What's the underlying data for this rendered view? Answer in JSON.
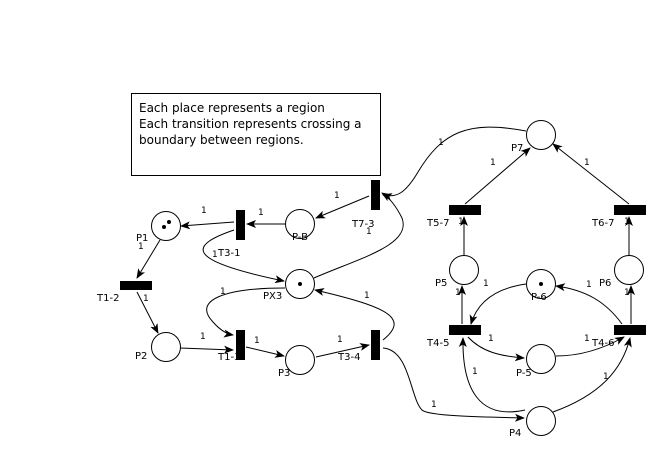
{
  "note": {
    "lines": [
      "Each place represents a region",
      "Each transition represents crossing a",
      "boundary between regions."
    ]
  },
  "places": [
    {
      "id": "P1",
      "label": "P1",
      "tokens": 2
    },
    {
      "id": "P2",
      "label": "P2",
      "tokens": 0
    },
    {
      "id": "PB",
      "label": "P-B",
      "tokens": 0
    },
    {
      "id": "PX3",
      "label": "PX3",
      "tokens": 1
    },
    {
      "id": "P3",
      "label": "P3",
      "tokens": 0
    },
    {
      "id": "P7",
      "label": "P7",
      "tokens": 0
    },
    {
      "id": "P5",
      "label": "P5",
      "tokens": 0
    },
    {
      "id": "P6",
      "label": "P6",
      "tokens": 0
    },
    {
      "id": "PX6",
      "label": "P-6",
      "tokens": 1
    },
    {
      "id": "PX5",
      "label": "P-5",
      "tokens": 0
    },
    {
      "id": "P4",
      "label": "P4",
      "tokens": 0
    }
  ],
  "transitions": [
    {
      "id": "T12",
      "label": "T1-2"
    },
    {
      "id": "T31",
      "label": "T3-1"
    },
    {
      "id": "T13",
      "label": "T1-3"
    },
    {
      "id": "T34",
      "label": "T3-4"
    },
    {
      "id": "T73",
      "label": "T7-3"
    },
    {
      "id": "T57",
      "label": "T5-7"
    },
    {
      "id": "T67",
      "label": "T6-7"
    },
    {
      "id": "T45",
      "label": "T4-5"
    },
    {
      "id": "T46",
      "label": "T4-6"
    }
  ],
  "arc_weight": "1"
}
